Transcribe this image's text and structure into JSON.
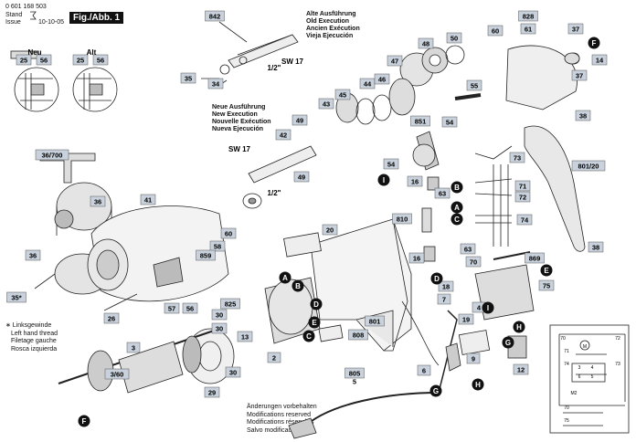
{
  "header": {
    "part_number": "0 601 168 503",
    "stand_label": "Stand",
    "issue_label": "Issue",
    "date": "10-10-05",
    "figure_tag": "Fig./Abb. 1"
  },
  "insets": {
    "neu": "Neu",
    "alt": "Alt"
  },
  "old_execution": [
    "Alte Ausführung",
    "Old Execution",
    "Ancien Exécution",
    "Vieja Ejecución"
  ],
  "new_execution": [
    "Neue Ausführung",
    "New Execution",
    "Nouvelle Exécution",
    "Nueva Ejecución"
  ],
  "sw_label": "SW 17",
  "half_inch": "1/2\"",
  "left_thread": [
    "∗ Linksgewinde",
    "Left hand thread",
    "Filetage gauche",
    "Rosca izquierda"
  ],
  "modifications": [
    "Änderungen vorbehalten",
    "Modifications reserved",
    "Modifications réservées",
    "Salvo modificaciones"
  ],
  "parts": [
    {
      "id": "p842",
      "text": "842",
      "boxed": true
    },
    {
      "id": "p35",
      "text": "35",
      "boxed": true
    },
    {
      "id": "p34",
      "text": "34",
      "boxed": true
    },
    {
      "id": "p25a",
      "text": "25",
      "boxed": true
    },
    {
      "id": "p56a",
      "text": "56",
      "boxed": true
    },
    {
      "id": "p25b",
      "text": "25",
      "boxed": true
    },
    {
      "id": "p56b",
      "text": "56",
      "boxed": true
    },
    {
      "id": "p36700",
      "text": "36/700",
      "boxed": true
    },
    {
      "id": "p36a",
      "text": "36",
      "boxed": true
    },
    {
      "id": "p36b",
      "text": "36",
      "boxed": true
    },
    {
      "id": "p35s",
      "text": "35*",
      "boxed": true
    },
    {
      "id": "p26",
      "text": "26",
      "boxed": true
    },
    {
      "id": "p41",
      "text": "41",
      "boxed": true
    },
    {
      "id": "p58",
      "text": "58",
      "boxed": true
    },
    {
      "id": "p859",
      "text": "859",
      "boxed": true
    },
    {
      "id": "p60a",
      "text": "60",
      "boxed": true
    },
    {
      "id": "p57",
      "text": "57",
      "boxed": true
    },
    {
      "id": "p56c",
      "text": "56",
      "boxed": true
    },
    {
      "id": "p825",
      "text": "825",
      "boxed": true
    },
    {
      "id": "p30a",
      "text": "30",
      "boxed": true
    },
    {
      "id": "p30b",
      "text": "30",
      "boxed": true
    },
    {
      "id": "p13",
      "text": "13",
      "boxed": true
    },
    {
      "id": "p30c",
      "text": "30",
      "boxed": true
    },
    {
      "id": "p29",
      "text": "29",
      "boxed": true
    },
    {
      "id": "p3",
      "text": "3",
      "boxed": true
    },
    {
      "id": "p360",
      "text": "3/60",
      "boxed": true
    },
    {
      "id": "p2",
      "text": "2",
      "boxed": true
    },
    {
      "id": "p20",
      "text": "20",
      "boxed": true
    },
    {
      "id": "p808",
      "text": "808",
      "boxed": true
    },
    {
      "id": "p801",
      "text": "801",
      "boxed": true
    },
    {
      "id": "p805",
      "text": "805",
      "boxed": true
    },
    {
      "id": "p5",
      "text": "5",
      "boxed": false
    },
    {
      "id": "p42",
      "text": "42",
      "boxed": true
    },
    {
      "id": "p49a",
      "text": "49",
      "boxed": true
    },
    {
      "id": "p49b",
      "text": "49",
      "boxed": true
    },
    {
      "id": "p43",
      "text": "43",
      "boxed": true
    },
    {
      "id": "p45",
      "text": "45",
      "boxed": true
    },
    {
      "id": "p44",
      "text": "44",
      "boxed": true
    },
    {
      "id": "p46",
      "text": "46",
      "boxed": true
    },
    {
      "id": "p47",
      "text": "47",
      "boxed": true
    },
    {
      "id": "p48",
      "text": "48",
      "boxed": true
    },
    {
      "id": "p50",
      "text": "50",
      "boxed": true
    },
    {
      "id": "p55",
      "text": "55",
      "boxed": true
    },
    {
      "id": "p851",
      "text": "851",
      "boxed": true
    },
    {
      "id": "p54a",
      "text": "54",
      "boxed": true
    },
    {
      "id": "p54b",
      "text": "54",
      "boxed": true
    },
    {
      "id": "p16a",
      "text": "16",
      "boxed": true
    },
    {
      "id": "p63a",
      "text": "63",
      "boxed": true
    },
    {
      "id": "p810",
      "text": "810",
      "boxed": true
    },
    {
      "id": "p16b",
      "text": "16",
      "boxed": true
    },
    {
      "id": "p63b",
      "text": "63",
      "boxed": true
    },
    {
      "id": "p70",
      "text": "70",
      "boxed": true
    },
    {
      "id": "p71",
      "text": "71",
      "boxed": true
    },
    {
      "id": "p72",
      "text": "72",
      "boxed": true
    },
    {
      "id": "p73",
      "text": "73",
      "boxed": true
    },
    {
      "id": "p74",
      "text": "74",
      "boxed": true
    },
    {
      "id": "p828",
      "text": "828",
      "boxed": true
    },
    {
      "id": "p60b",
      "text": "60",
      "boxed": true
    },
    {
      "id": "p61",
      "text": "61",
      "boxed": true
    },
    {
      "id": "p37a",
      "text": "37",
      "boxed": true
    },
    {
      "id": "p37b",
      "text": "37",
      "boxed": true
    },
    {
      "id": "p14",
      "text": "14",
      "boxed": true
    },
    {
      "id": "p38a",
      "text": "38",
      "boxed": true
    },
    {
      "id": "p80120",
      "text": "801/20",
      "boxed": true
    },
    {
      "id": "p38b",
      "text": "38",
      "boxed": true
    },
    {
      "id": "p869",
      "text": "869",
      "boxed": true
    },
    {
      "id": "p75",
      "text": "75",
      "boxed": true
    },
    {
      "id": "p18",
      "text": "18",
      "boxed": true
    },
    {
      "id": "p7",
      "text": "7",
      "boxed": true
    },
    {
      "id": "p19",
      "text": "19",
      "boxed": true
    },
    {
      "id": "p4",
      "text": "4",
      "boxed": true
    },
    {
      "id": "p9",
      "text": "9",
      "boxed": true
    },
    {
      "id": "p6",
      "text": "6",
      "boxed": true
    },
    {
      "id": "p12",
      "text": "12",
      "boxed": true
    }
  ],
  "markers": [
    {
      "id": "mA1",
      "text": "A"
    },
    {
      "id": "mB1",
      "text": "B"
    },
    {
      "id": "mC1",
      "text": "C"
    },
    {
      "id": "mD1",
      "text": "D"
    },
    {
      "id": "mE1",
      "text": "E"
    },
    {
      "id": "mF1",
      "text": "F"
    },
    {
      "id": "mF2",
      "text": "F"
    },
    {
      "id": "mI1",
      "text": "I"
    },
    {
      "id": "mB2",
      "text": "B"
    },
    {
      "id": "mA2",
      "text": "A"
    },
    {
      "id": "mC2",
      "text": "C"
    },
    {
      "id": "mD2",
      "text": "D"
    },
    {
      "id": "mE2",
      "text": "E"
    },
    {
      "id": "mI2",
      "text": "I"
    },
    {
      "id": "mH1",
      "text": "H"
    },
    {
      "id": "mG1",
      "text": "G"
    },
    {
      "id": "mG2",
      "text": "G"
    },
    {
      "id": "mH2",
      "text": "H"
    }
  ],
  "wiring_labels": [
    "70",
    "72",
    "71",
    "74",
    "73",
    "M",
    "3",
    "4",
    "6",
    "5"
  ],
  "wiring_sub": [
    "M2",
    "70",
    "75"
  ]
}
